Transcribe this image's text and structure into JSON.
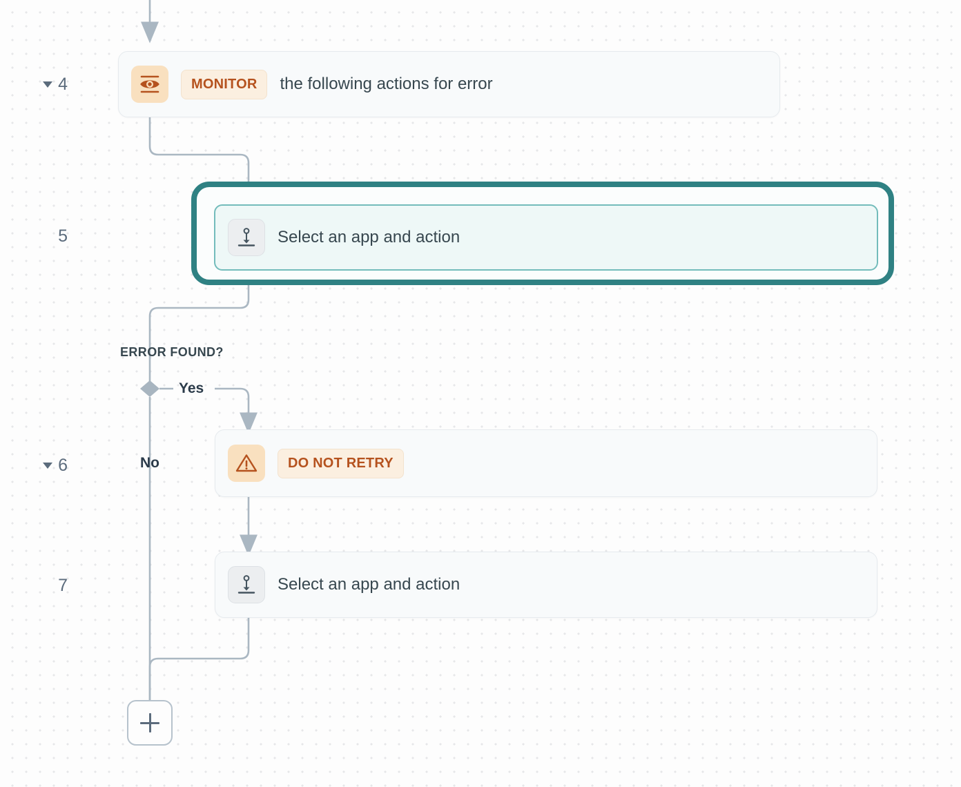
{
  "canvas": {
    "grid_dot_color": "#e6e7e9",
    "background_color": "#fdfdfd"
  },
  "theme": {
    "selection_ring_color": "#2f8183",
    "selection_card_border": "#73bcbb",
    "selection_card_fill": "#eef8f7",
    "accent_orange": "#b5521e",
    "icon_tile_amber": "#f9e0bf",
    "connector_color": "#aab7c2",
    "text_primary": "#37474f",
    "step_number_color": "#5b6b7c"
  },
  "steps": [
    {
      "number": "4",
      "collapsible": true,
      "icon": "eye-icon",
      "icon_tone": "amber",
      "pill": "MONITOR",
      "text": "the following actions for error",
      "selected": false
    },
    {
      "number": "5",
      "collapsible": false,
      "icon": "insert-step-icon",
      "icon_tone": "grey",
      "pill": "",
      "text": "Select an app and action",
      "selected": true
    },
    {
      "number": "6",
      "collapsible": true,
      "icon": "warning-triangle-icon",
      "icon_tone": "amber",
      "pill": "DO NOT RETRY",
      "text": "",
      "selected": false
    },
    {
      "number": "7",
      "collapsible": false,
      "icon": "insert-step-icon",
      "icon_tone": "grey",
      "pill": "",
      "text": "Select an app and action",
      "selected": false
    }
  ],
  "branch": {
    "title": "ERROR FOUND?",
    "yes_label": "Yes",
    "no_label": "No"
  },
  "add_button": {
    "label": "+",
    "name": "add-step-button"
  }
}
